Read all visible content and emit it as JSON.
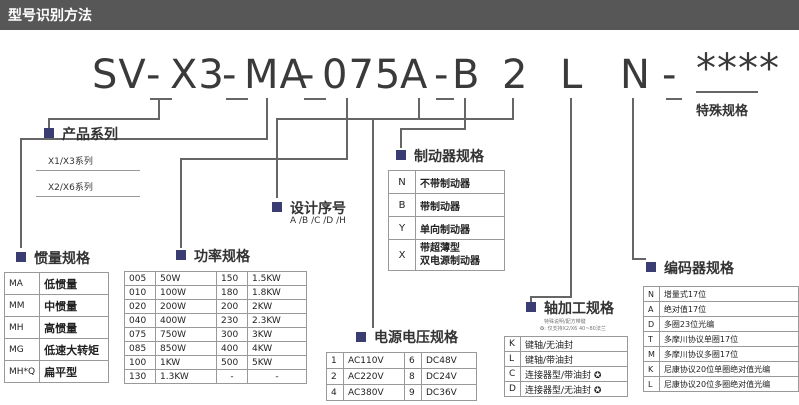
{
  "header": {
    "title": "型号识别方法"
  },
  "model_code": {
    "parts": [
      "SV",
      "-",
      "X3",
      "-",
      "MA",
      "-",
      "075",
      "A",
      "-",
      "B",
      "2",
      "L",
      "N",
      "-",
      "****"
    ]
  },
  "special_spec": {
    "title": "特殊规格"
  },
  "product_series": {
    "title": "产品系列",
    "items": [
      "X1/X3系列",
      "X2/X6系列"
    ]
  },
  "design_no": {
    "title": "设计序号",
    "values": "A /B /C /D /H"
  },
  "brake": {
    "title": "制动器规格",
    "rows": [
      {
        "code": "N",
        "name": "不带制动器"
      },
      {
        "code": "B",
        "name": "带制动器"
      },
      {
        "code": "Y",
        "name": "单向制动器"
      },
      {
        "code": "X",
        "name": "带超薄型",
        "name2": "双电源制动器"
      }
    ]
  },
  "inertia": {
    "title": "惯量规格",
    "rows": [
      {
        "code": "MA",
        "name": "低惯量"
      },
      {
        "code": "MM",
        "name": "中惯量"
      },
      {
        "code": "MH",
        "name": "高惯量"
      },
      {
        "code": "MG",
        "name": "低速大转矩"
      },
      {
        "code": "MH*Q",
        "name": "扁平型"
      }
    ]
  },
  "power": {
    "title": "功率规格",
    "rows": [
      [
        "005",
        "50W",
        "150",
        "1.5KW"
      ],
      [
        "010",
        "100W",
        "180",
        "1.8KW"
      ],
      [
        "020",
        "200W",
        "200",
        "2KW"
      ],
      [
        "040",
        "400W",
        "230",
        "2.3KW"
      ],
      [
        "075",
        "750W",
        "300",
        "3KW"
      ],
      [
        "085",
        "850W",
        "400",
        "4KW"
      ],
      [
        "100",
        "1KW",
        "500",
        "5KW"
      ],
      [
        "130",
        "1.3KW",
        "-",
        "-"
      ]
    ]
  },
  "voltage": {
    "title": "电源电压规格",
    "rows": [
      [
        "1",
        "AC110V",
        "6",
        "DC48V"
      ],
      [
        "2",
        "AC220V",
        "8",
        "DC24V"
      ],
      [
        "4",
        "AC380V",
        "9",
        "DC36V"
      ]
    ]
  },
  "shaft": {
    "title": "轴加工规格",
    "note1": "特殊说明/配方带键",
    "note2": "✪: 仅支持X2/X6 40~80法兰",
    "rows": [
      {
        "code": "K",
        "name": "键轴/无油封",
        "mark": ""
      },
      {
        "code": "L",
        "name": "键轴/带油封",
        "mark": ""
      },
      {
        "code": "C",
        "name": "连接器型/带油封",
        "mark": "✪"
      },
      {
        "code": "D",
        "name": "连接器型/无油封",
        "mark": "✪"
      }
    ]
  },
  "encoder": {
    "title": "编码器规格",
    "rows": [
      {
        "code": "N",
        "name": "增量式17位"
      },
      {
        "code": "A",
        "name": "绝对值17位"
      },
      {
        "code": "D",
        "name": "多圈23位光编"
      },
      {
        "code": "T",
        "name": "多摩川协议单圈17位"
      },
      {
        "code": "M",
        "name": "多摩川协议多圈17位"
      },
      {
        "code": "K",
        "name": "尼康协议20位单圈绝对值光编"
      },
      {
        "code": "L",
        "name": "尼康协议20位多圈绝对值光编"
      }
    ]
  },
  "colors": {
    "header_bg": "#575757",
    "bullet": "#3a3d72",
    "line": "#666666"
  }
}
